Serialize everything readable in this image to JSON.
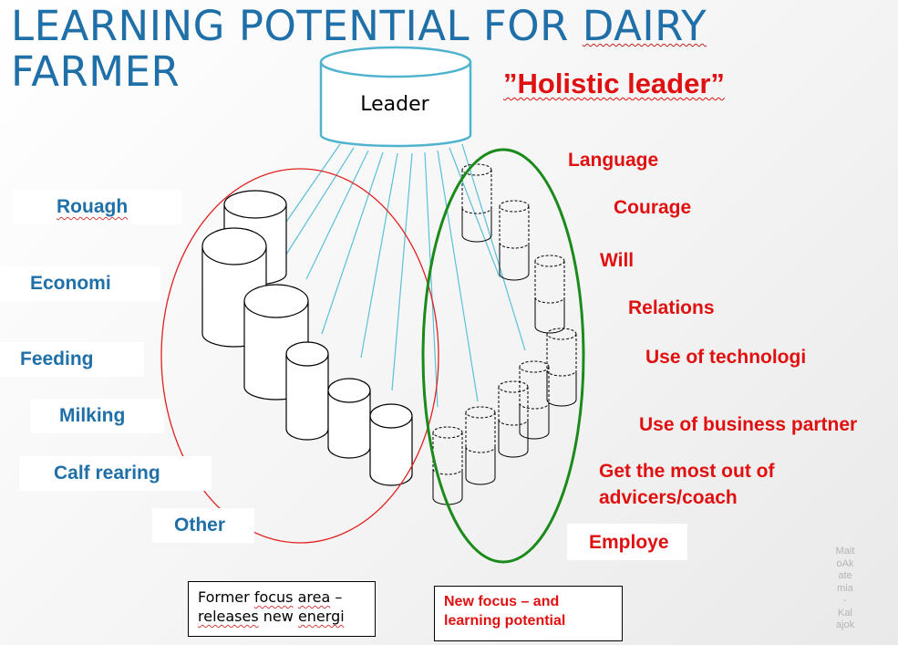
{
  "title": {
    "line1": "LEARNING POTENTIAL FOR DAIRY",
    "line2": "FARMER"
  },
  "subtitle": "”Holistic leader”",
  "leader_label": "Leader",
  "left_labels": [
    "Rouagh",
    "Economi",
    "Feeding",
    "Milking",
    "Calf rearing",
    "Other"
  ],
  "right_labels": [
    "Language",
    "Courage",
    "Will",
    "Relations",
    "Use of technologi",
    "Use of business partner",
    "Get the most out of",
    "advicers/coach",
    "Employe"
  ],
  "legend": {
    "former_line1": "Former focus area –",
    "former_line2": "releases new energi",
    "new_line1": "New focus – and",
    "new_line2": "learning potential"
  },
  "watermark_lines": [
    "Mait",
    "oAk",
    "ate",
    "mia",
    "-",
    "Kal",
    "ajok"
  ],
  "colors": {
    "title": "#1f6fa8",
    "left_labels": "#1f6fa8",
    "right_labels": "#e01010",
    "rays": "#5bc0d8",
    "left_ellipse": "#e02020",
    "right_ellipse": "#1a8a1a",
    "leader_outline": "#4fb3d0"
  }
}
